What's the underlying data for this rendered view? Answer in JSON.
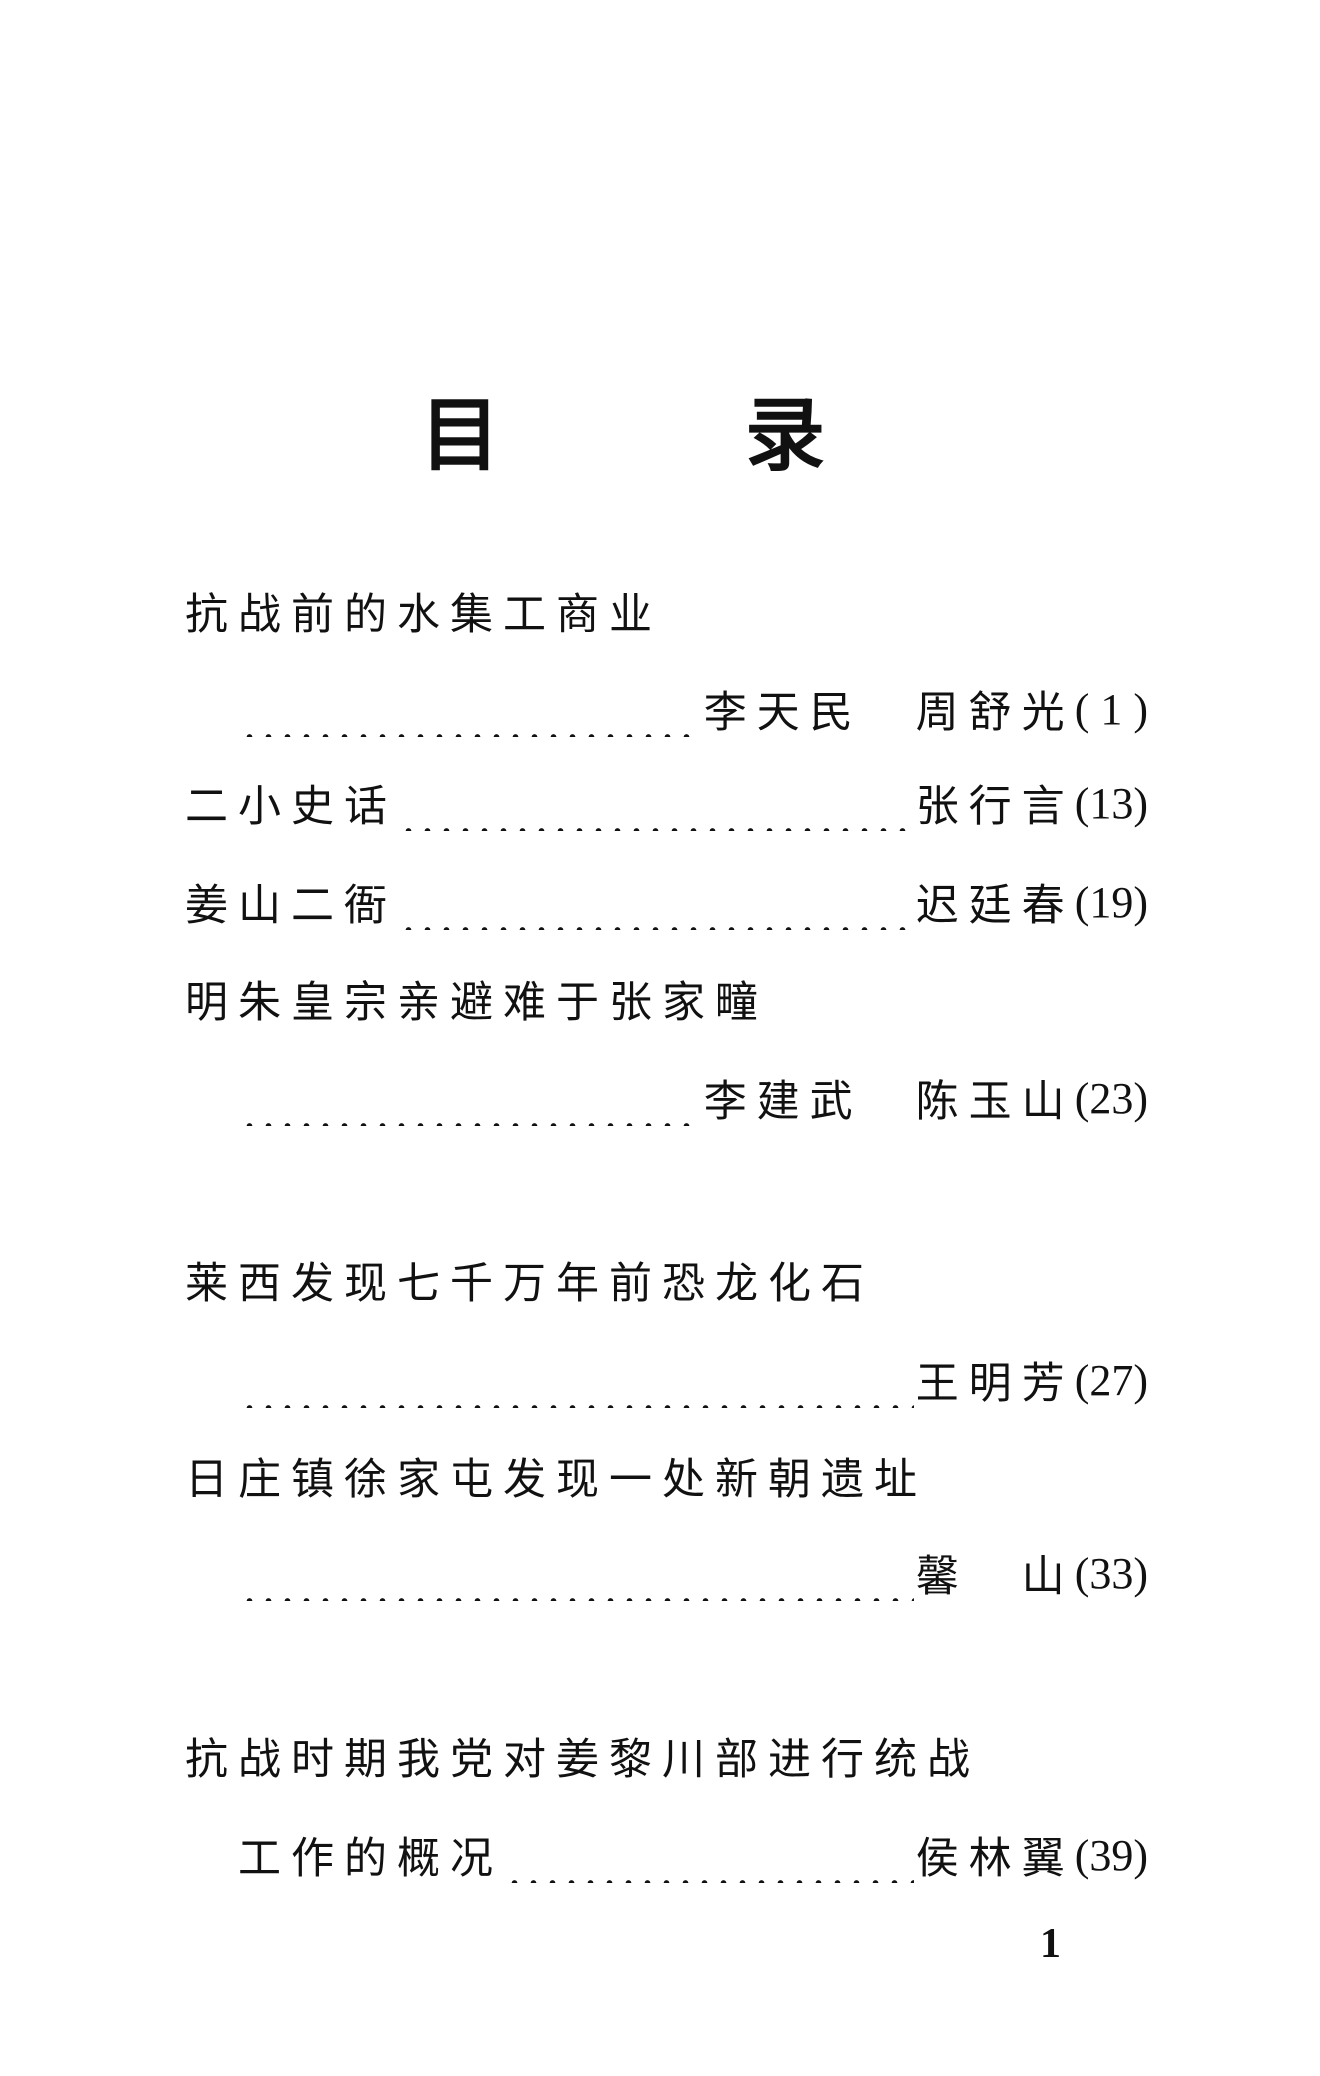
{
  "heading": {
    "char1": "目",
    "char2": "录"
  },
  "entries": [
    {
      "title": "抗战前的水集工商业",
      "author": "李天民　周舒光",
      "page": "( 1 )"
    },
    {
      "title": "二小史话",
      "author": "张行言",
      "page": "(13)"
    },
    {
      "title": "姜山二衙",
      "author": "迟廷春",
      "page": "(19)"
    },
    {
      "title": "明朱皇宗亲避难于张家疃",
      "author": "李建武　陈玉山",
      "page": "(23)"
    },
    {
      "title": "莱西发现七千万年前恐龙化石",
      "author": "王明芳",
      "page": "(27)"
    },
    {
      "title": "日庄镇徐家屯发现一处新朝遗址",
      "author": "馨　山",
      "page": "(33)"
    },
    {
      "title_line1": "抗战时期我党对姜黎川部进行统战",
      "title_line2": "工作的概况",
      "author": "侯林翼",
      "page": "(39)"
    }
  ],
  "page_number": "1"
}
